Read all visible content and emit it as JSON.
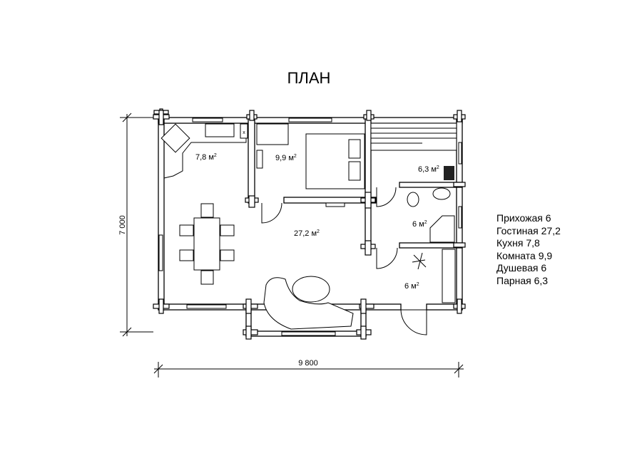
{
  "title": "ПЛАН",
  "dimensions": {
    "height": "7 000",
    "width": "9 800"
  },
  "rooms": [
    {
      "label": "7,8 м",
      "sup": "2"
    },
    {
      "label": "9,9 м",
      "sup": "2"
    },
    {
      "label": "6,3 м",
      "sup": "2"
    },
    {
      "label": "6 м",
      "sup": "2"
    },
    {
      "label": "27,2 м",
      "sup": "2"
    },
    {
      "label": "6 м",
      "sup": "2"
    }
  ],
  "legend": [
    "Прихожая 6",
    "Гостиная 27,2",
    "Кухня 7,8",
    "Комната 9,9",
    "Душевая 6",
    "Парная 6,3"
  ]
}
